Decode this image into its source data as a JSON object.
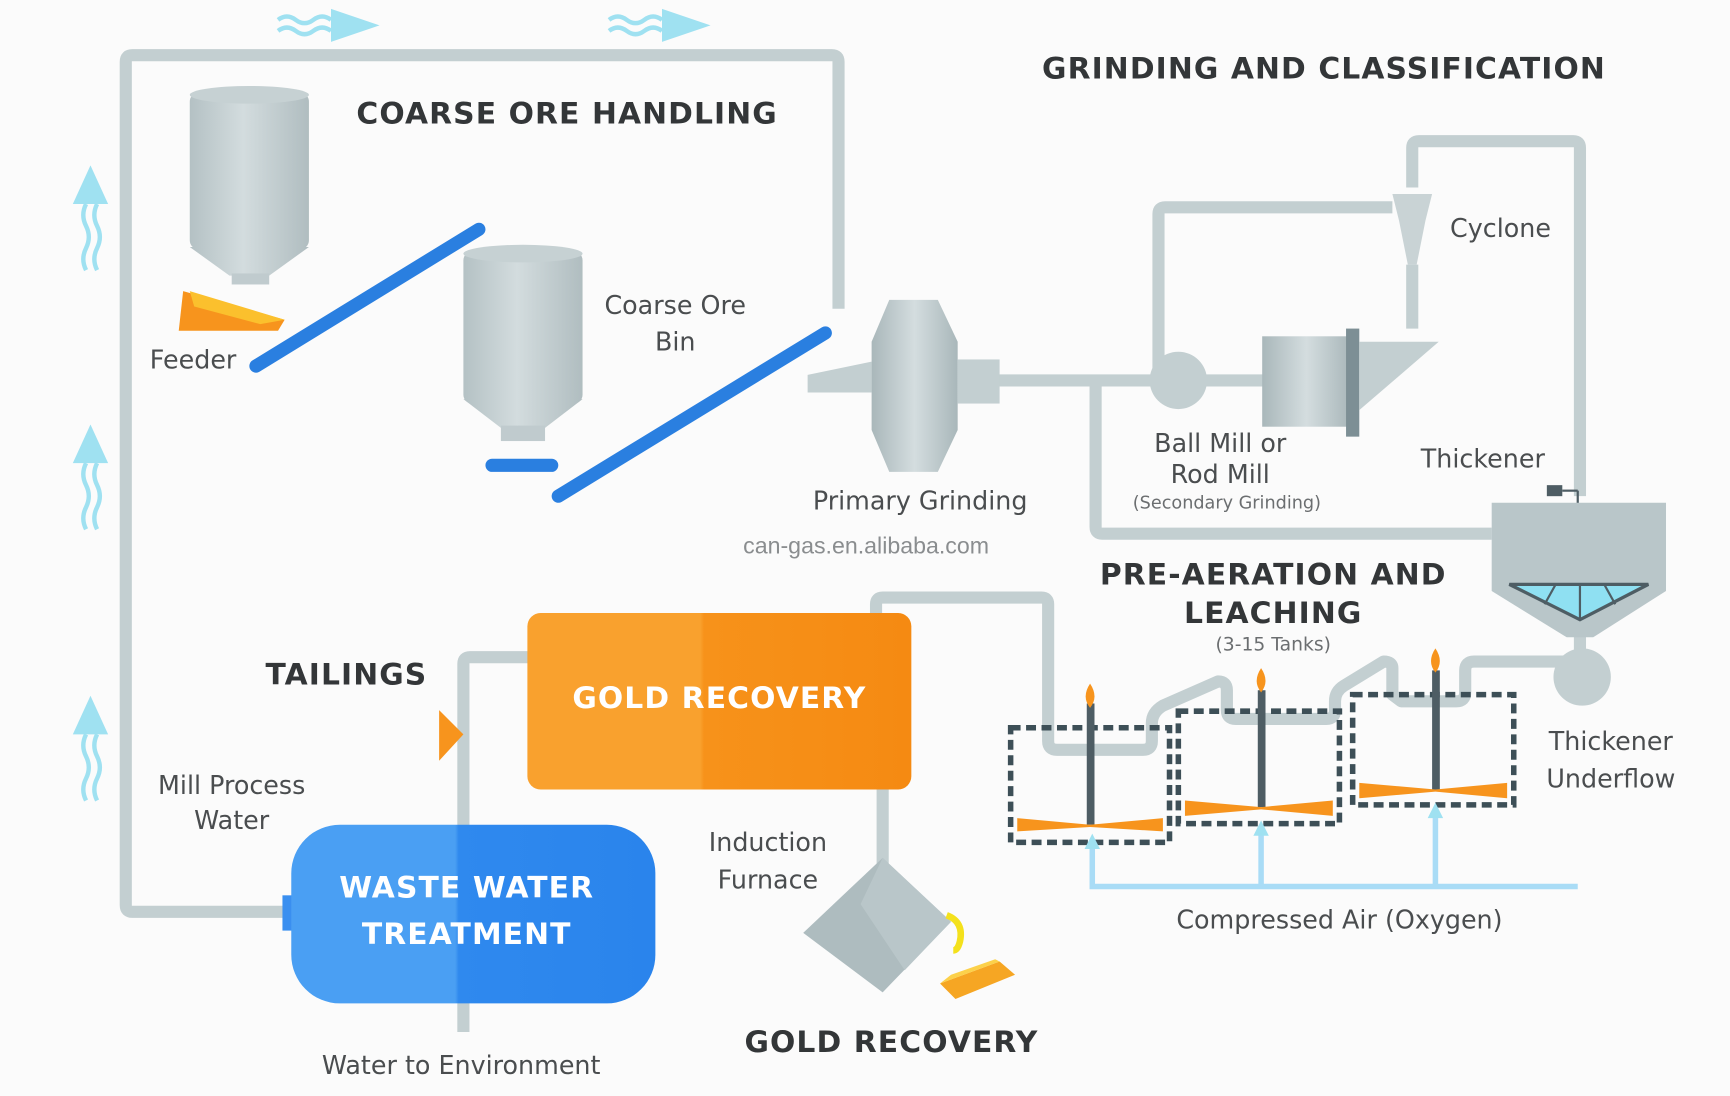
{
  "diagram": {
    "type": "process-flow",
    "subject": "Gold ore processing plant flowsheet",
    "sections": {
      "coarse_ore_handling": "COARSE ORE HANDLING",
      "grinding_and_classification": "GRINDING AND CLASSIFICATION",
      "pre_aeration_line1": "PRE-AERATION AND",
      "pre_aeration_line2": "LEACHING",
      "pre_aeration_note": "(3-15 Tanks)",
      "tailings": "TAILINGS",
      "gold_recovery_bottom": "GOLD RECOVERY"
    },
    "equipment": {
      "feeder": "Feeder",
      "coarse_ore_bin_line1": "Coarse Ore",
      "coarse_ore_bin_line2": "Bin",
      "primary_grinding": "Primary Grinding",
      "cyclone": "Cyclone",
      "ball_mill_line1": "Ball Mill or",
      "ball_mill_line2": "Rod Mill",
      "ball_mill_note": "(Secondary Grinding)",
      "thickener": "Thickener",
      "thickener_underflow_line1": "Thickener",
      "thickener_underflow_line2": "Underflow",
      "compressed_air": "Compressed Air (Oxygen)",
      "induction_furnace_line1": "Induction",
      "induction_furnace_line2": "Furnace",
      "mill_process_water_line1": "Mill Process",
      "mill_process_water_line2": "Water",
      "water_to_environment": "Water to Environment"
    },
    "boxes": {
      "gold_recovery": "GOLD RECOVERY",
      "waste_water_line1": "WASTE WATER",
      "waste_water_line2": "TREATMENT"
    },
    "watermark": "can-gas.en.alibaba.com",
    "leach_tank_count_shown": 3,
    "colors": {
      "pipe": "#c3cfd1",
      "conveyor": "#2a7fe0",
      "gold_recovery_box": "#f7941d",
      "waste_water_box": "#3a8ff0",
      "air_line": "#a9dcf6",
      "steam": "#9fe1f1",
      "equipment_gray": "#b9c6c9",
      "gold": "#f9b81b"
    }
  }
}
